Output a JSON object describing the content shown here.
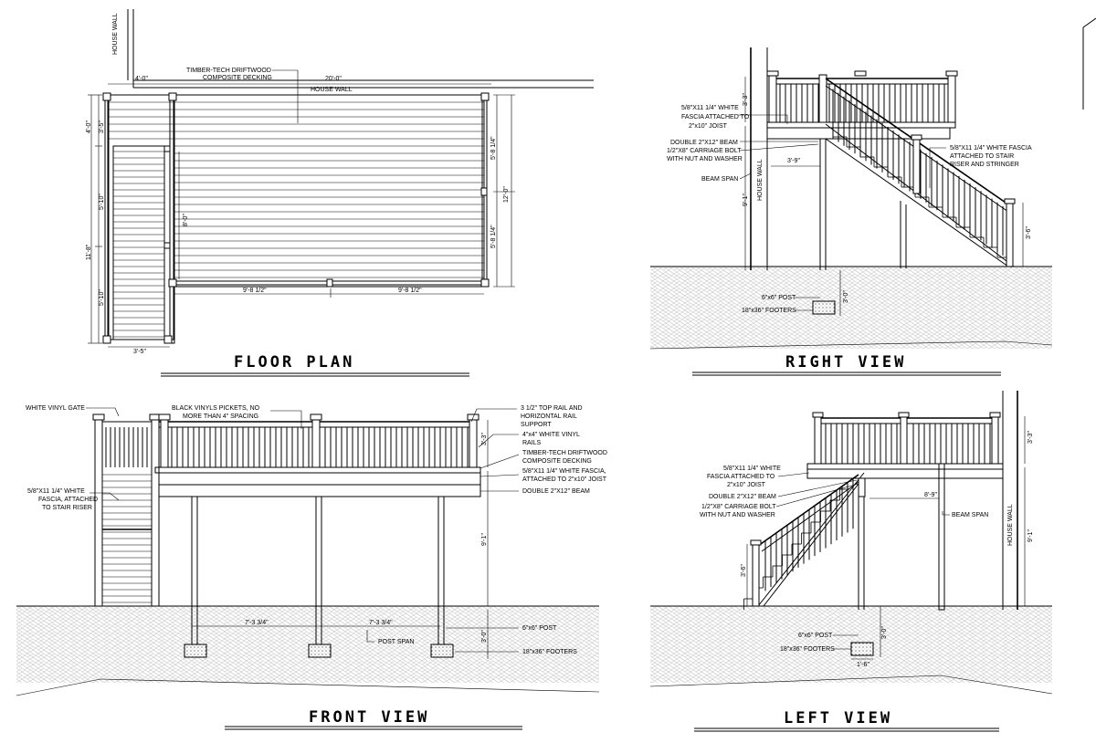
{
  "titles": {
    "floor_plan": "FLOOR PLAN",
    "right_view": "RIGHT VIEW",
    "front_view": "FRONT VIEW",
    "left_view": "LEFT VIEW"
  },
  "floor_plan": {
    "house_wall_vertical": "HOUSE WALL",
    "house_wall_horizontal": "HOUSE WALL",
    "decking_callout": [
      "TIMBER-TECH DRIFTWOOD",
      "COMPOSITE DECKING"
    ],
    "dim_top_left": "4'-0\"",
    "dim_top_main": "20'-0\"",
    "dim_left_1": "4'-0\"",
    "dim_left_2": "3'-5\"",
    "dim_left_3": "5'-10\"",
    "dim_left_total": "11'-8\"",
    "dim_left_4": "5'-10\"",
    "dim_inner_8": "8'-0\"",
    "dim_right_1": "5'-8 1/4\"",
    "dim_right_total": "12'-0\"",
    "dim_right_2": "5'-8 1/4\"",
    "dim_bottom_1": "9'-8 1/2\"",
    "dim_bottom_2": "9'-8 1/2\"",
    "dim_stair_width": "3'-5\""
  },
  "right_view": {
    "fascia_callout": [
      "5/8\"X11 1/4\" WHITE",
      "FASCIA ATTACHED TO",
      "2\"x10\" JOIST"
    ],
    "beam_callout": [
      "DOUBLE 2\"X12\" BEAM",
      "1/2\"X8\" CARRIAGE BOLT",
      "WITH NUT AND WASHER"
    ],
    "beam_span": "BEAM SPAN",
    "house_wall": "HOUSE WALL",
    "stair_fascia_callout": [
      "5/8\"X11 1/4\" WHITE FASCIA",
      "ATTACHED TO STAIR",
      "RISER AND STRINGER"
    ],
    "post_label": "6\"x6\" POST",
    "footer_label": "18\"x36\" FOOTERS",
    "dim_rail": "3'-3\"",
    "dim_height": "9'-1\"",
    "dim_span": "3'-9\"",
    "dim_stair_rail": "3'-6\"",
    "dim_footing": "3'-0\""
  },
  "front_view": {
    "gate_label": "WHITE VINYL GATE",
    "pickets_callout": [
      "BLACK VINYLS PICKETS, NO",
      "MORE THAN 4\" SPACING"
    ],
    "toprail_callout": [
      "3 1/2\" TOP RAIL AND",
      "HORIZONTAL RAIL",
      "SUPPORT"
    ],
    "rails_callout": [
      "4\"x4\" WHITE VINYL",
      "RAILS"
    ],
    "decking_callout": [
      "TIMBER-TECH DRIFTWOOD",
      "COMPOSITE DECKING"
    ],
    "fascia_callout": [
      "5/8\"X11 1/4\" WHITE FASCIA,",
      "ATTACHED TO 2\"x10\" JOIST"
    ],
    "beam_label": "DOUBLE 2\"X12\" BEAM",
    "stair_fascia_callout": [
      "5/8\"X11 1/4\"  WHITE",
      "FASCIA, ATTACHED",
      "TO STAIR RISER"
    ],
    "post_label": "6\"x6\" POST",
    "post_span": "POST SPAN",
    "footer_label": "18\"x36\" FOOTERS",
    "dim_span_1": "7'-3 3/4\"",
    "dim_span_2": "7'-3 3/4\"",
    "dim_rail": "3'-3\"",
    "dim_height": "9'-1\"",
    "dim_footing": "3'-0\""
  },
  "left_view": {
    "fascia_callout": [
      "5/8\"X11 1/4\" WHITE",
      "FASCIA ATTACHED TO",
      "2\"x10\" JOIST"
    ],
    "beam_label": "DOUBLE 2\"X12\" BEAM",
    "bolt_callout": [
      "1/2\"X8\" CARRIAGE BOLT",
      "WITH NUT AND WASHER"
    ],
    "beam_span": "BEAM SPAN",
    "house_wall": "HOUSE WALL",
    "post_label": "6\"x6\" POST",
    "footer_label": "18\"x36\" FOOTERS",
    "dim_rail": "3'-3\"",
    "dim_height": "9'-1\"",
    "dim_span": "8'-9\"",
    "dim_stair_rail": "3'-6\"",
    "dim_footing": "3'-0\"",
    "dim_footing_w": "1'-6\""
  }
}
